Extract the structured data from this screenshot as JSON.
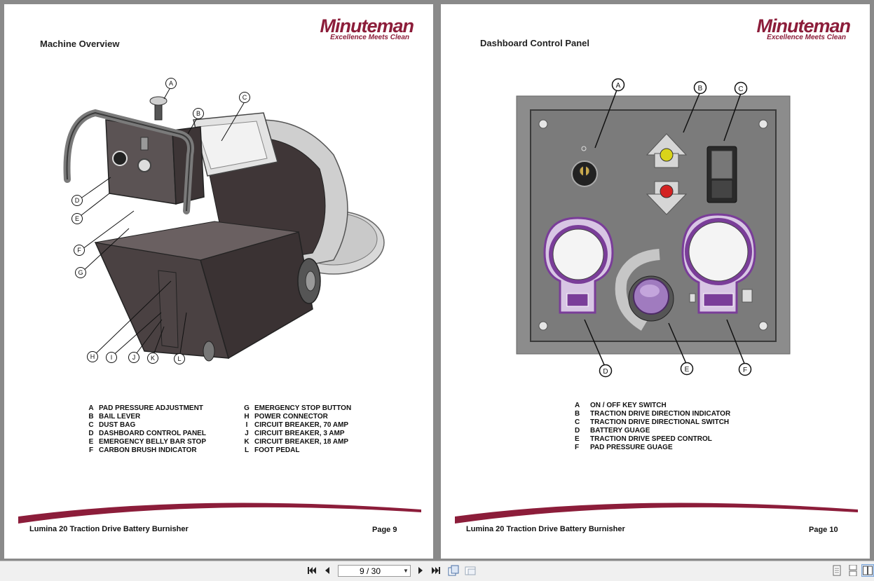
{
  "viewer": {
    "page_indicator": "9 / 30",
    "first_page_icon": "first-page-icon",
    "prev_page_icon": "prev-page-icon",
    "next_page_icon": "next-page-icon",
    "last_page_icon": "last-page-icon"
  },
  "brand": {
    "name": "Minuteman",
    "tagline": "Excellence Meets Clean",
    "color": "#8c1d3a"
  },
  "left_page": {
    "title": "Machine Overview",
    "callouts": [
      "A",
      "B",
      "C",
      "D",
      "E",
      "F",
      "G",
      "H",
      "I",
      "J",
      "K",
      "L"
    ],
    "legend": [
      {
        "letter": "A",
        "text": "PAD PRESSURE ADJUSTMENT",
        "letter2": "G",
        "text2": "EMERGENCY STOP BUTTON"
      },
      {
        "letter": "B",
        "text": "BAIL LEVER",
        "letter2": "H",
        "text2": "POWER CONNECTOR"
      },
      {
        "letter": "C",
        "text": "DUST BAG",
        "letter2": "I",
        "text2": "CIRCUIT BREAKER, 70 AMP"
      },
      {
        "letter": "D",
        "text": "DASHBOARD CONTROL PANEL",
        "letter2": "J",
        "text2": "CIRCUIT BREAKER, 3 AMP"
      },
      {
        "letter": "E",
        "text": "EMERGENCY BELLY BAR STOP",
        "letter2": "K",
        "text2": "CIRCUIT BREAKER, 18 AMP"
      },
      {
        "letter": "F",
        "text": "CARBON BRUSH INDICATOR",
        "letter2": "L",
        "text2": "FOOT PEDAL"
      }
    ],
    "footer_title": "Lumina 20 Traction Drive Battery Burnisher",
    "footer_page": "Page 9"
  },
  "right_page": {
    "title": "Dashboard Control Panel",
    "callouts": [
      "A",
      "B",
      "C",
      "D",
      "E",
      "F"
    ],
    "legend": [
      {
        "letter": "A",
        "text": "ON / OFF KEY SWITCH"
      },
      {
        "letter": "B",
        "text": "TRACTION DRIVE DIRECTION INDICATOR"
      },
      {
        "letter": "C",
        "text": "TRACTION DRIVE DIRECTIONAL SWITCH"
      },
      {
        "letter": "D",
        "text": "BATTERY GUAGE"
      },
      {
        "letter": "E",
        "text": "TRACTION DRIVE SPEED CONTROL"
      },
      {
        "letter": "F",
        "text": "PAD PRESSURE GUAGE"
      }
    ],
    "footer_title": "Lumina 20 Traction Drive Battery Burnisher",
    "footer_page": "Page 10"
  }
}
